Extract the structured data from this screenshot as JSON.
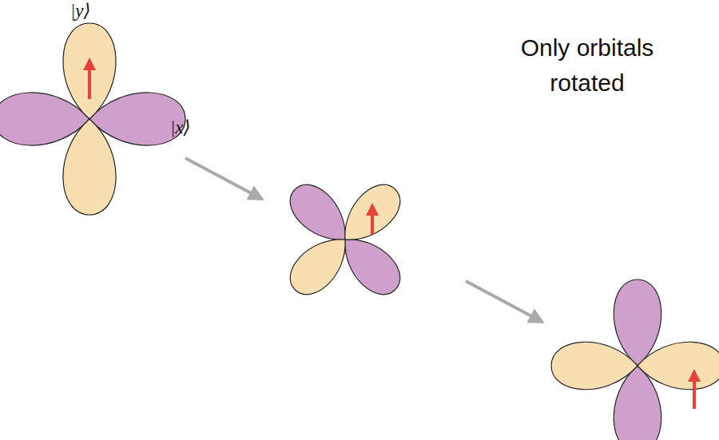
{
  "diagram": {
    "labels": [
      "|y⟩",
      "|x⟩",
      "Only orbitals rotated"
    ]
  }
}
